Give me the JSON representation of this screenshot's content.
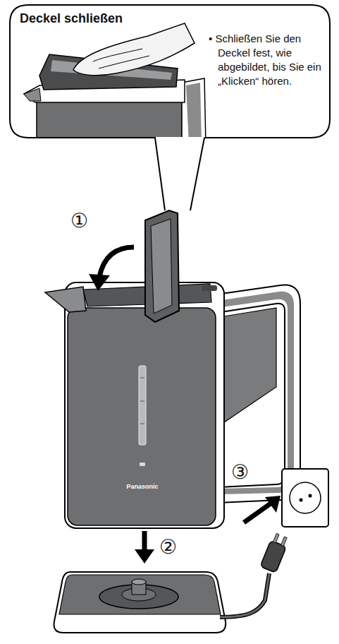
{
  "diagram": {
    "nodes": [
      {
        "text": [
          "Deckel schließen",
          "• Schließen Sie den Deckel fest, wie abgebildet, bis Sie ein „Klicken“ hören."
        ]
      }
    ],
    "labels": [
      "①",
      "②",
      "③",
      "Panasonic"
    ]
  }
}
